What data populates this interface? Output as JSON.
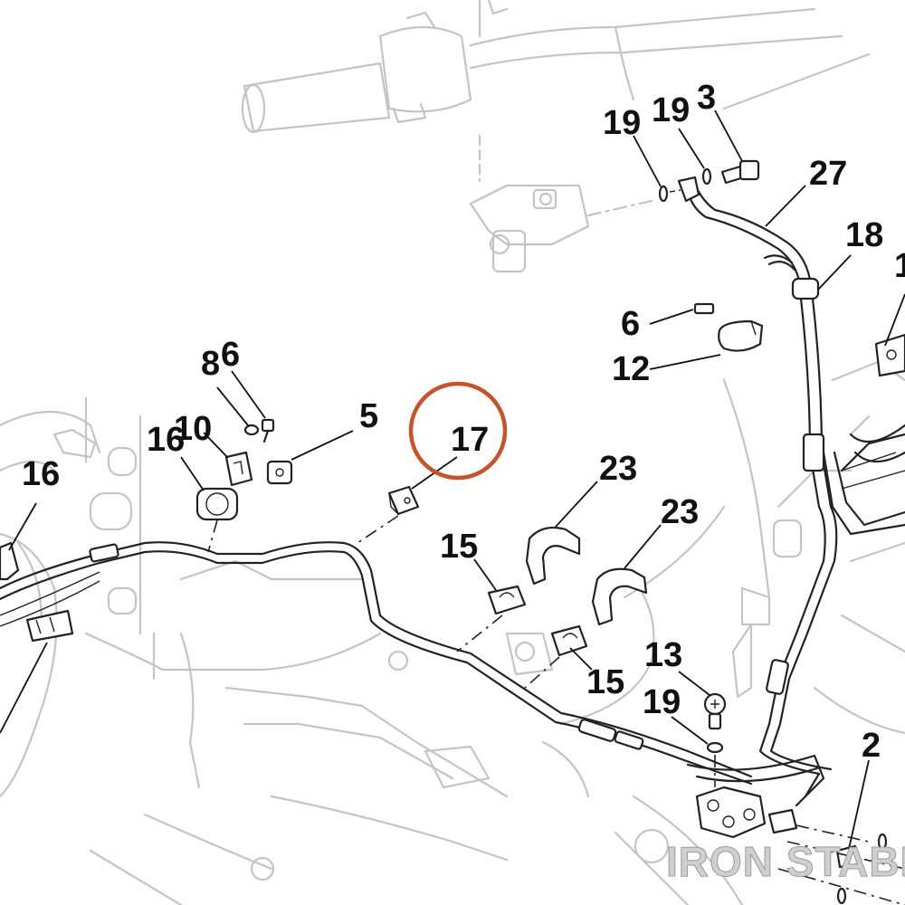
{
  "callouts": {
    "c2": "2",
    "c3": "3",
    "c5": "5",
    "c6a": "6",
    "c6b": "6",
    "c8": "8",
    "c10": "10",
    "c12": "12",
    "c13": "13",
    "c15a": "15",
    "c15b": "15",
    "c16a": "16",
    "c16b": "16",
    "c17": "17",
    "c18": "18",
    "c19a": "19",
    "c19b": "19",
    "c19c": "19",
    "c23a": "23",
    "c23b": "23",
    "c27": "27",
    "c1partial": "1"
  },
  "highlight": {
    "color": "#c8532a"
  },
  "watermark": {
    "text": "IRON STABLE"
  },
  "colors": {
    "ink": "#222222",
    "ghost": "#c4c4c4"
  }
}
